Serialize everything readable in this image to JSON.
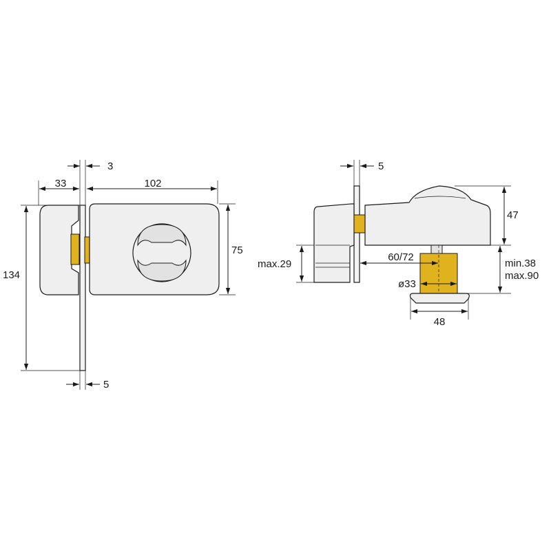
{
  "front_view": {
    "dim_strike_width": "33",
    "dim_plate_gap": "3",
    "dim_body_width": "102",
    "dim_body_height": "75",
    "dim_plate_height": "134",
    "dim_plate_thickness": "5"
  },
  "side_view": {
    "dim_plate_thickness": "5",
    "dim_body_depth": "47",
    "dim_strike_depth": "max.29",
    "dim_backset": "60/72",
    "dim_door_min": "min.38",
    "dim_door_max": "max.90",
    "dim_cylinder_diameter": "ø33",
    "dim_rosette_width": "48"
  },
  "colors": {
    "brass": "#e0b21e",
    "body": "#efefef",
    "line": "#1a1a1a"
  }
}
